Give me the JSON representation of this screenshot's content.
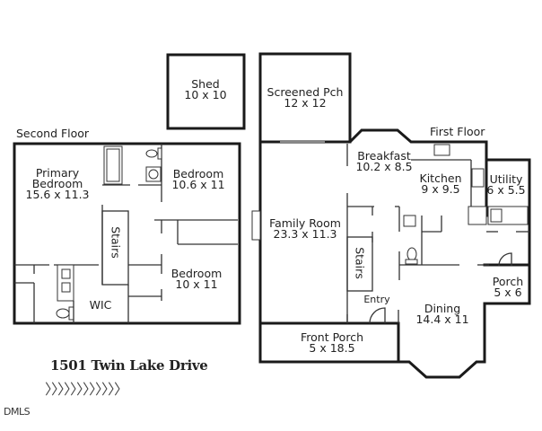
{
  "floors": {
    "second": {
      "label": "Second Floor",
      "rooms": [
        {
          "name": "Primary\nBedroom",
          "line1": "Primary",
          "line2": "Bedroom",
          "dims": "15.6 x 11.3"
        },
        {
          "name": "Bedroom",
          "dims": "10.6 x 11"
        },
        {
          "name": "Bedroom",
          "dims": "10 x 11"
        },
        {
          "name": "WIC"
        },
        {
          "name": "Stairs"
        }
      ]
    },
    "first": {
      "label": "First Floor",
      "rooms": [
        {
          "name": "Screened Pch",
          "dims": "12 x 12"
        },
        {
          "name": "Breakfast",
          "dims": "10.2 x 8.5"
        },
        {
          "name": "Kitchen",
          "dims": "9 x 9.5"
        },
        {
          "name": "Utility",
          "dims": "6 x 5.5"
        },
        {
          "name": "Family Room",
          "dims": "23.3 x 11.3"
        },
        {
          "name": "Stairs"
        },
        {
          "name": "Entry"
        },
        {
          "name": "Porch",
          "dims": "5 x 6"
        },
        {
          "name": "Dining",
          "dims": "14.4 x 11"
        },
        {
          "name": "Front Porch",
          "dims": "5 x 18.5"
        }
      ]
    },
    "shed": {
      "name": "Shed",
      "dims": "10 x 10"
    }
  },
  "address": "1501 Twin Lake Drive",
  "chevrons": "〉〉〉〉〉〉〉〉〉〉〉〉",
  "watermark": "DMLS"
}
